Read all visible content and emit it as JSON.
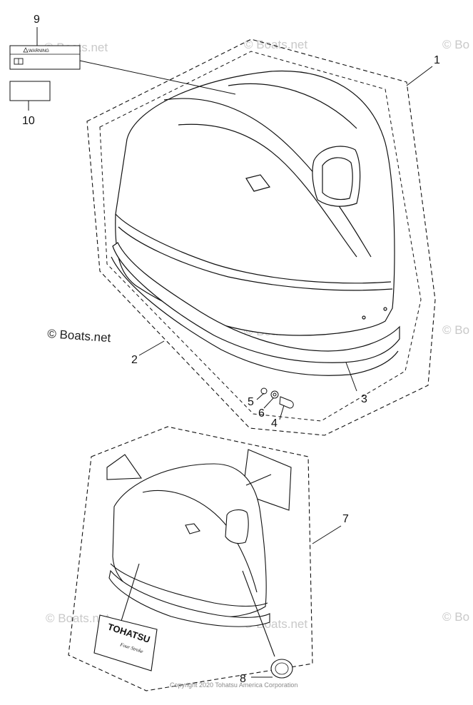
{
  "diagram": {
    "callouts": [
      {
        "id": "callout-1",
        "text": "1"
      },
      {
        "id": "callout-2",
        "text": "2"
      },
      {
        "id": "callout-3",
        "text": "3"
      },
      {
        "id": "callout-4",
        "text": "4"
      },
      {
        "id": "callout-5",
        "text": "5"
      },
      {
        "id": "callout-6",
        "text": "6"
      },
      {
        "id": "callout-7",
        "text": "7"
      },
      {
        "id": "callout-8",
        "text": "8"
      },
      {
        "id": "callout-9",
        "text": "9"
      },
      {
        "id": "callout-10",
        "text": "10"
      }
    ],
    "warning_label_text": "WARNING",
    "watermark": "© Boats.net",
    "watermark_short": "© Bo",
    "decal_brand": "TOHATSU",
    "decal_sub": "Four Stroke",
    "copyright": "Copyright 2020 Tohatsu America Corporation"
  }
}
